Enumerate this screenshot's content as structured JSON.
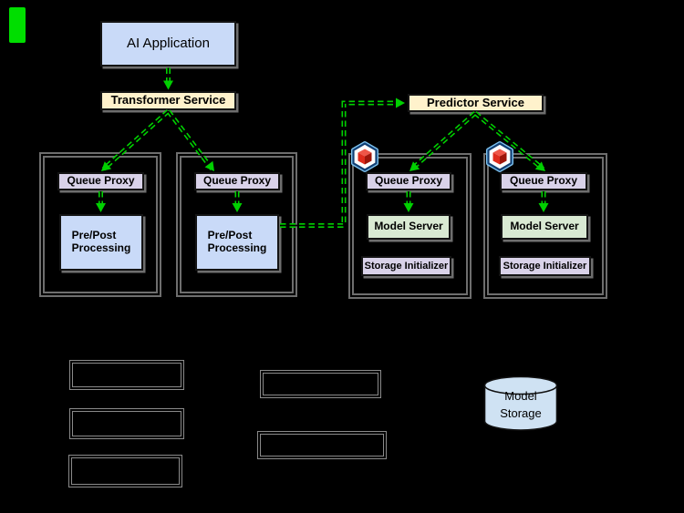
{
  "diagram": {
    "app": {
      "label": "AI Application"
    },
    "services": {
      "transformer": "Transformer Service",
      "predictor": "Predictor Service"
    },
    "pod_components": {
      "queue_proxy": "Queue Proxy",
      "prepost_line1": "Pre/Post",
      "prepost_line2": "Processing",
      "model_server": "Model Server",
      "storage_initializer": "Storage Initializer"
    },
    "storage": {
      "line1": "Model",
      "line2": "Storage"
    },
    "icons": {
      "pod_badge": "red-cube-hexagon-icon"
    },
    "colors": {
      "background": "#000000",
      "box_blue": "#c9daf8",
      "box_cream": "#fff2cc",
      "box_lavender": "#d9d2e9",
      "box_green": "#d9ead3",
      "cylinder_blue": "#cfe2f3",
      "arrow_green": "#00d000",
      "container_border": "#6e6e6e",
      "legend_border": "#8a8a8a",
      "marker_green": "#00de00"
    }
  }
}
